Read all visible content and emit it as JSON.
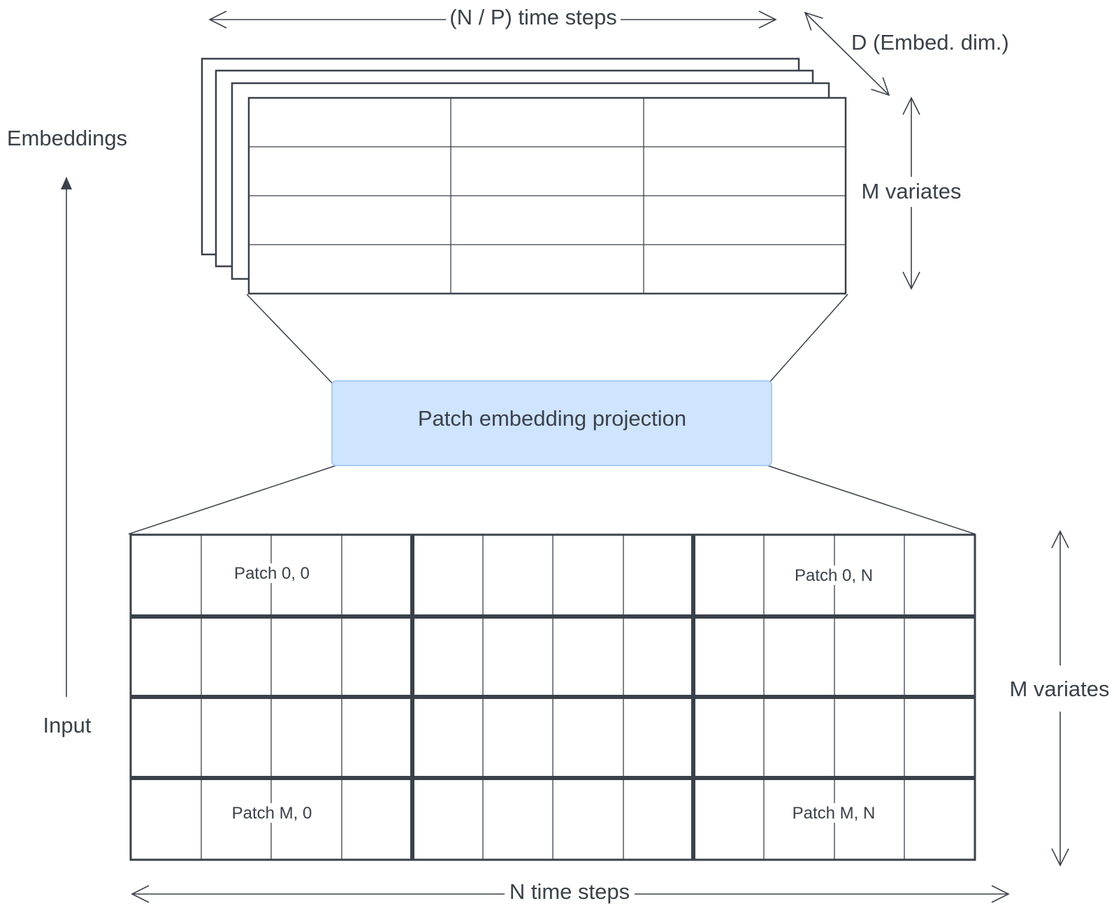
{
  "labels": {
    "top_time_steps": "(N / P) time steps",
    "embed_dim": "D (Embed. dim.)",
    "embeddings": "Embeddings",
    "top_variates": "M variates",
    "projection": "Patch embedding projection",
    "input": "Input",
    "bottom_variates": "M variates",
    "bottom_time_steps": "N time steps"
  },
  "patches": {
    "p00": "Patch 0, 0",
    "p0n": "Patch 0, N",
    "pm0": "Patch M, 0",
    "pmn": "Patch M, N"
  },
  "structure": {
    "embedding_layers": 4,
    "embedding_rows": 4,
    "embedding_cols": 3,
    "input_rows": 4,
    "input_patch_cols": 3,
    "steps_per_patch": 4
  },
  "colors": {
    "line": "#3a414a",
    "projection_fill": "#cfe4ff",
    "projection_border": "#a8ccf5"
  }
}
